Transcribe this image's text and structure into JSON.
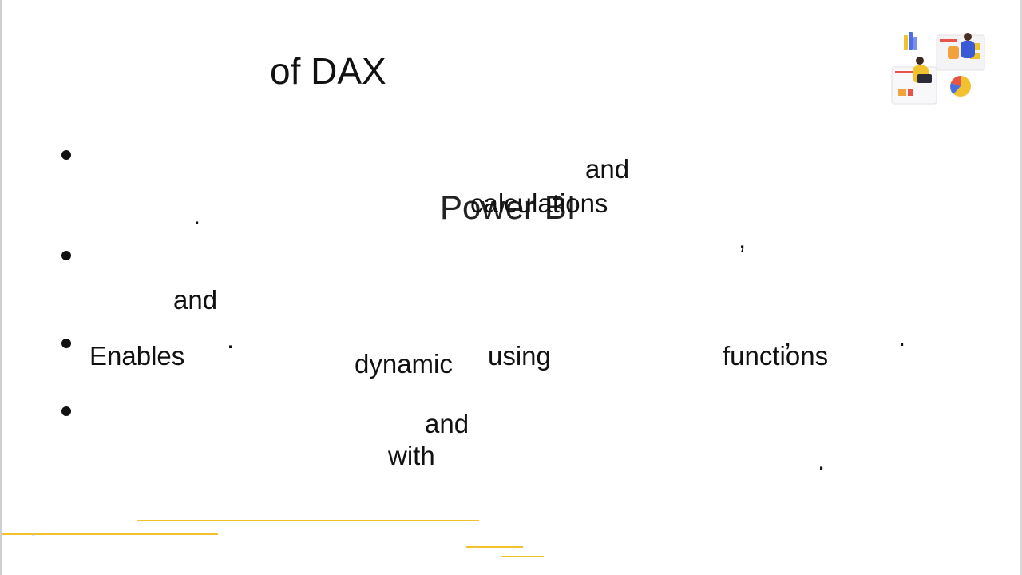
{
  "slide": {
    "title": "of DAX",
    "bullets": [
      {
        "fragments": {
          "and": "and",
          "period": ".",
          "power_bi": "Power BI",
          "calculations": "calculations",
          "comma": ","
        }
      },
      {
        "fragments": {
          "and": "and"
        }
      },
      {
        "fragments": {
          "enables": "Enables",
          "period_a": ".",
          "dynamic": "dynamic",
          "using": "using",
          "comma": ",",
          "functions": "functions",
          "period_b": "."
        }
      },
      {
        "fragments": {
          "and": "and",
          "with": "with",
          "period": "."
        }
      }
    ]
  },
  "illustration": {
    "icon": "data-analytics-people-illustration",
    "colors": {
      "accent_yellow": "#f2c12e",
      "accent_blue": "#4a6fe3",
      "accent_red": "#e8544a"
    }
  },
  "decor": {
    "line_color": "#f2c12e"
  }
}
